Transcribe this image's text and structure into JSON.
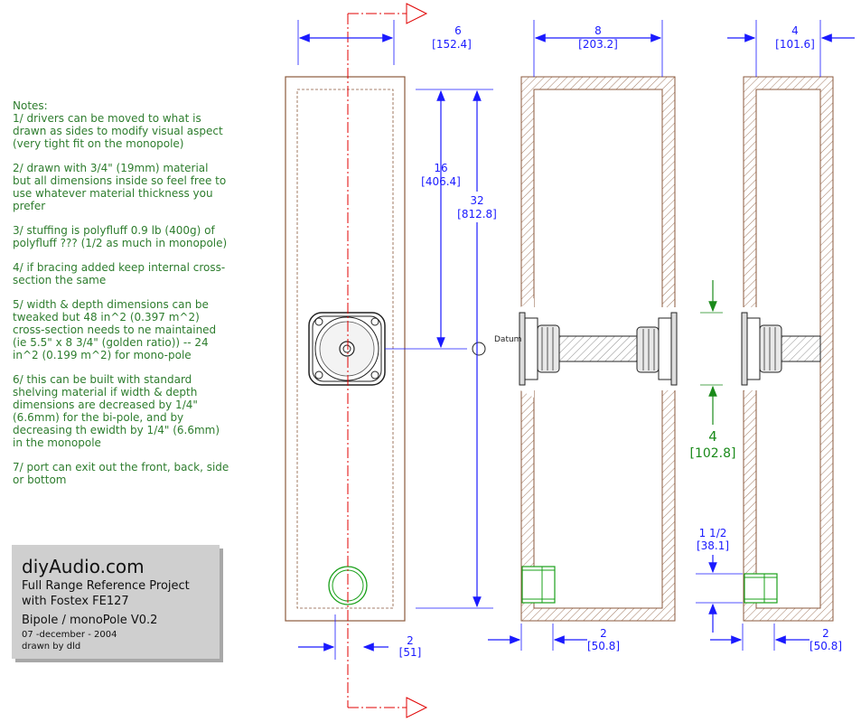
{
  "notes": [
    "Notes:\n1/ drivers can be moved to what is drawn as sides to modify visual aspect (very tight fit on the monopole)",
    "2/ drawn with 3/4\" (19mm) material but all dimensions inside so feel free to use whatever material thickness you prefer",
    "3/ stuffing is polyfluff 0.9 lb (400g) of polyfluff ??? (1/2 as much in monopole)",
    "4/ if bracing added keep internal cross-section the same",
    "5/ width & depth dimensions can be tweaked but 48 in^2 (0.397 m^2) cross-section needs to ne maintained (ie 5.5\" x 8 3/4\" (golden ratio)) -- 24 in^2 (0.199 m^2) for mono-pole",
    "6/ this can be built with standard shelving material if width & depth dimensions are decreased by 1/4\" (6.6mm) for the bi-pole, and by decreasing th ewidth by 1/4\" (6.6mm) in the monopole",
    "7/ port can exit out the front, back, side or bottom"
  ],
  "title_block": {
    "site": "diyAudio.com",
    "line1": "Full Range Reference Project",
    "line2": "with Fostex FE127",
    "line3": "Bipole / monoPole V0.2",
    "date": "07 -december - 2004",
    "author": "drawn by dld"
  },
  "dimensions": {
    "front_width": "6",
    "front_width_mm": "[152.4]",
    "depth": "8",
    "depth_mm": "[203.2]",
    "mono_depth": "4",
    "mono_depth_mm": "[101.6]",
    "driver_height": "16",
    "driver_height_mm": "[406.4]",
    "total_height": "32",
    "total_height_mm": "[812.8]",
    "port_offset": "2",
    "port_offset_mm": "[51]",
    "bipole_port": "2",
    "bipole_port_mm": "[50.8]",
    "mono_port": "2",
    "mono_port_mm": "[50.8]",
    "driver_gap": "4",
    "driver_gap_mm": "[102.8]",
    "port_height": "1 1/2",
    "port_height_mm": "[38.1]"
  },
  "labels": {
    "datum": "Datum"
  },
  "colors": {
    "dimension": "#1a1aff",
    "notes": "#2e7d2e",
    "section": "#e00000",
    "panel": "#8b5a3c",
    "port": "#1aa01a"
  }
}
